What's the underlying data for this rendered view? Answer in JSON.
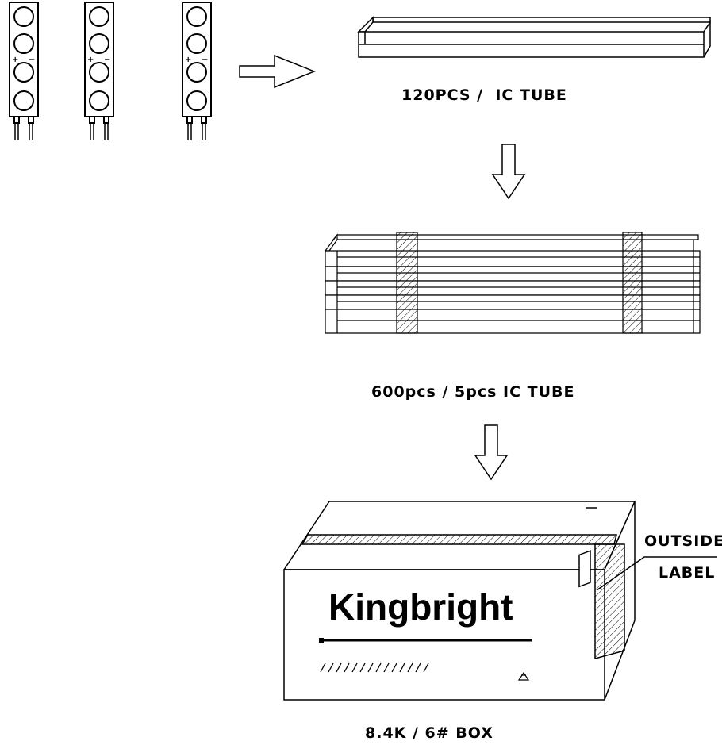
{
  "labels": {
    "ic_tube": "120PCS /  IC TUBE",
    "tube_bundle": "600pcs / 5pcs IC TUBE",
    "box": "8.4K / 6# BOX",
    "outside_label_line1": "OUTSIDE",
    "outside_label_line2": "LABEL"
  },
  "box": {
    "brand": "Kingbright"
  },
  "colors": {
    "line": "#000000",
    "background": "#ffffff"
  }
}
